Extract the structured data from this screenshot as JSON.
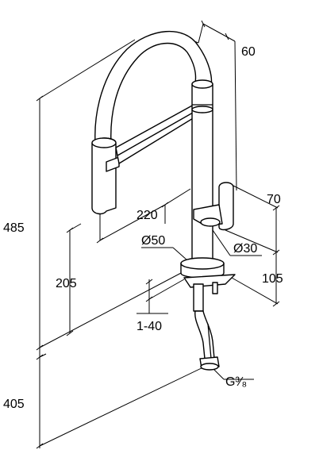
{
  "drawing": {
    "dimensions": {
      "spout_width": "60",
      "total_height": "485",
      "lever_height": "70",
      "spout_reach": "220",
      "base_diameter": "Ø50",
      "lever_diameter": "Ø30",
      "outlet_height": "205",
      "base_height": "105",
      "counter_thickness": "1-40",
      "connection_size": "G³⁄₈",
      "hose_length": "405"
    }
  }
}
